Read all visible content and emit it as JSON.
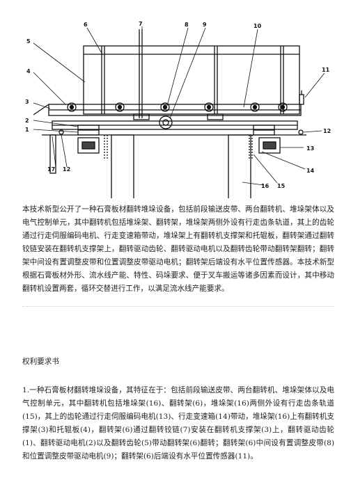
{
  "figure": {
    "labels": [
      "1",
      "2",
      "3",
      "4",
      "5",
      "6",
      "7",
      "8",
      "9",
      "10",
      "11",
      "12",
      "13",
      "14",
      "15",
      "16",
      "17"
    ],
    "label_12b": "12"
  },
  "abstract": "本技术新型公开了一种石膏板材翻转堆垛设备，包括前段输送皮带、两台翻转机、堆垛架体以及电气控制单元，其中翻转机包括堆垛架、翻转架，堆垛架两侧外设有行走齿条轨道，其上的齿轮通过行走伺服编码电机、行走变速箱带动，堆垛架上有翻转机支撑架和托辊板，翻转架通过翻转铰链安装在翻转机支撑架上，翻转驱动齿轮、翻转驱动电机以及翻转齿轮带动翻转架翻转；翻转架中间设有置调整皮带和位置调整皮带驱动电机；翻转架后端设有水平位置传感器。本技术新型根据石膏板材外形、流水线产能、特性、码垛要求、便于叉车搬运等诸多因素而设计，其中移动翻转机设置两套，循环交替进行工作，以满足流水线产能要求。",
  "claims_heading": "权利要求书",
  "claim1": "1.一种石膏板材翻转堆垛设备，其特征在于：包括前段输送皮带、两台翻转机、堆垛架体以及电气控制单元，其中翻转机包括堆垛架(16)、翻转架(6)，堆垛架(16)两侧外设有行走齿条轨道(15)，其上的齿轮通过行走伺服编码电机(13)、行走变速箱(14)带动，堆垛架(16)上有翻转机支撑架(3)和托辊板(4)，翻转架(6)通过翻转铰链(7)安装在翻转机支撑架(3)上，翻转驱动齿轮(1)、翻转驱动电机(2)以及翻转齿轮(5)带动翻转架(6)翻转；翻转架(6)中间设有置调整皮带(8)和位置调整皮带驱动电机(9)；翻转架(6)后端设有水平位置传感器(11)。"
}
